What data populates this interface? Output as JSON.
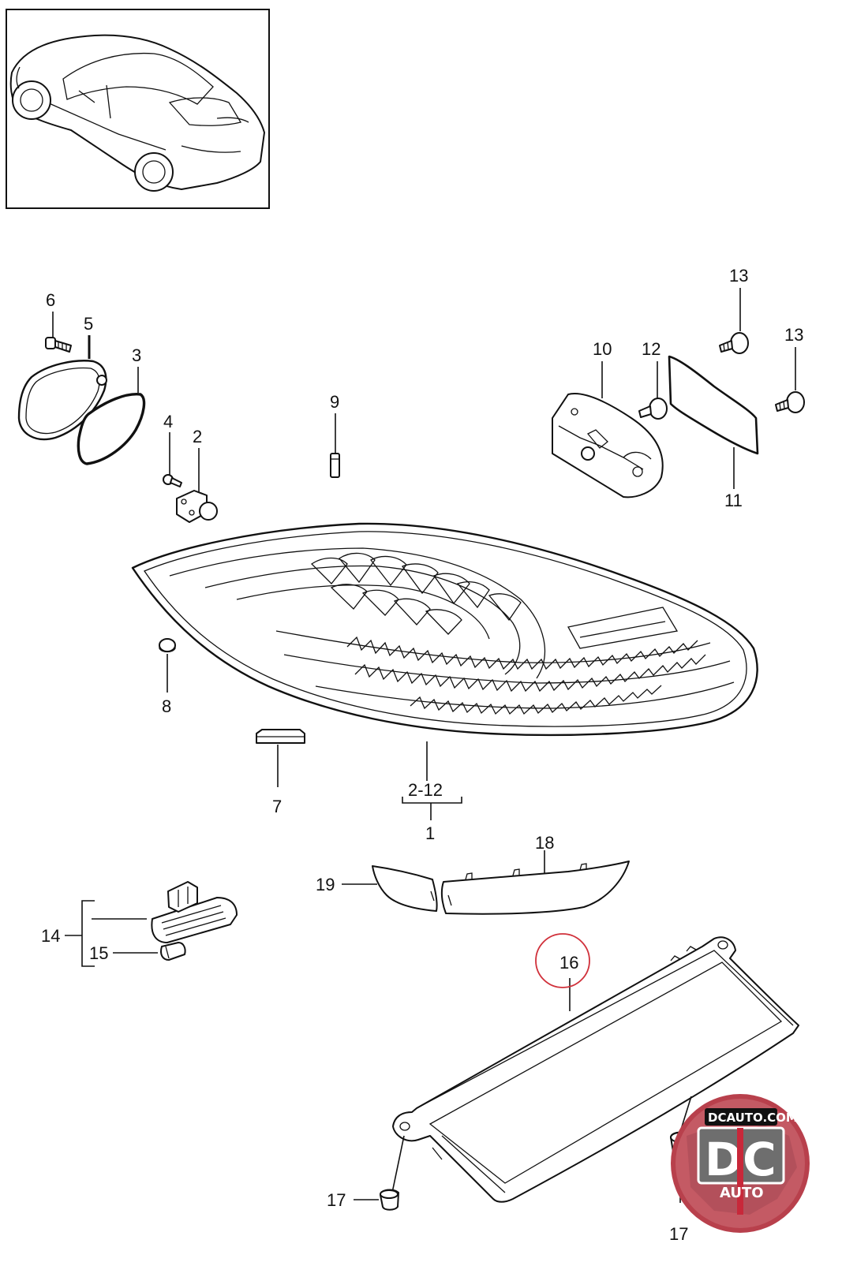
{
  "callouts": {
    "c1": "1",
    "c2": "2",
    "c2_12": "2-12",
    "c3": "3",
    "c4": "4",
    "c5": "5",
    "c6": "6",
    "c7": "7",
    "c8": "8",
    "c9": "9",
    "c10": "10",
    "c11": "11",
    "c12": "12",
    "c13a": "13",
    "c13b": "13",
    "c14": "14",
    "c15": "15",
    "c16": "16",
    "c17a": "17",
    "c17b": "17",
    "c18": "18",
    "c19": "19"
  },
  "logo": {
    "url_text": "DCAUTO.COM",
    "initials": "DC",
    "sub": "AUTO"
  },
  "colors": {
    "line": "#111111",
    "highlight": "#d0303a",
    "logo_red": "#c8283a",
    "logo_gray": "#6e6e6e"
  }
}
